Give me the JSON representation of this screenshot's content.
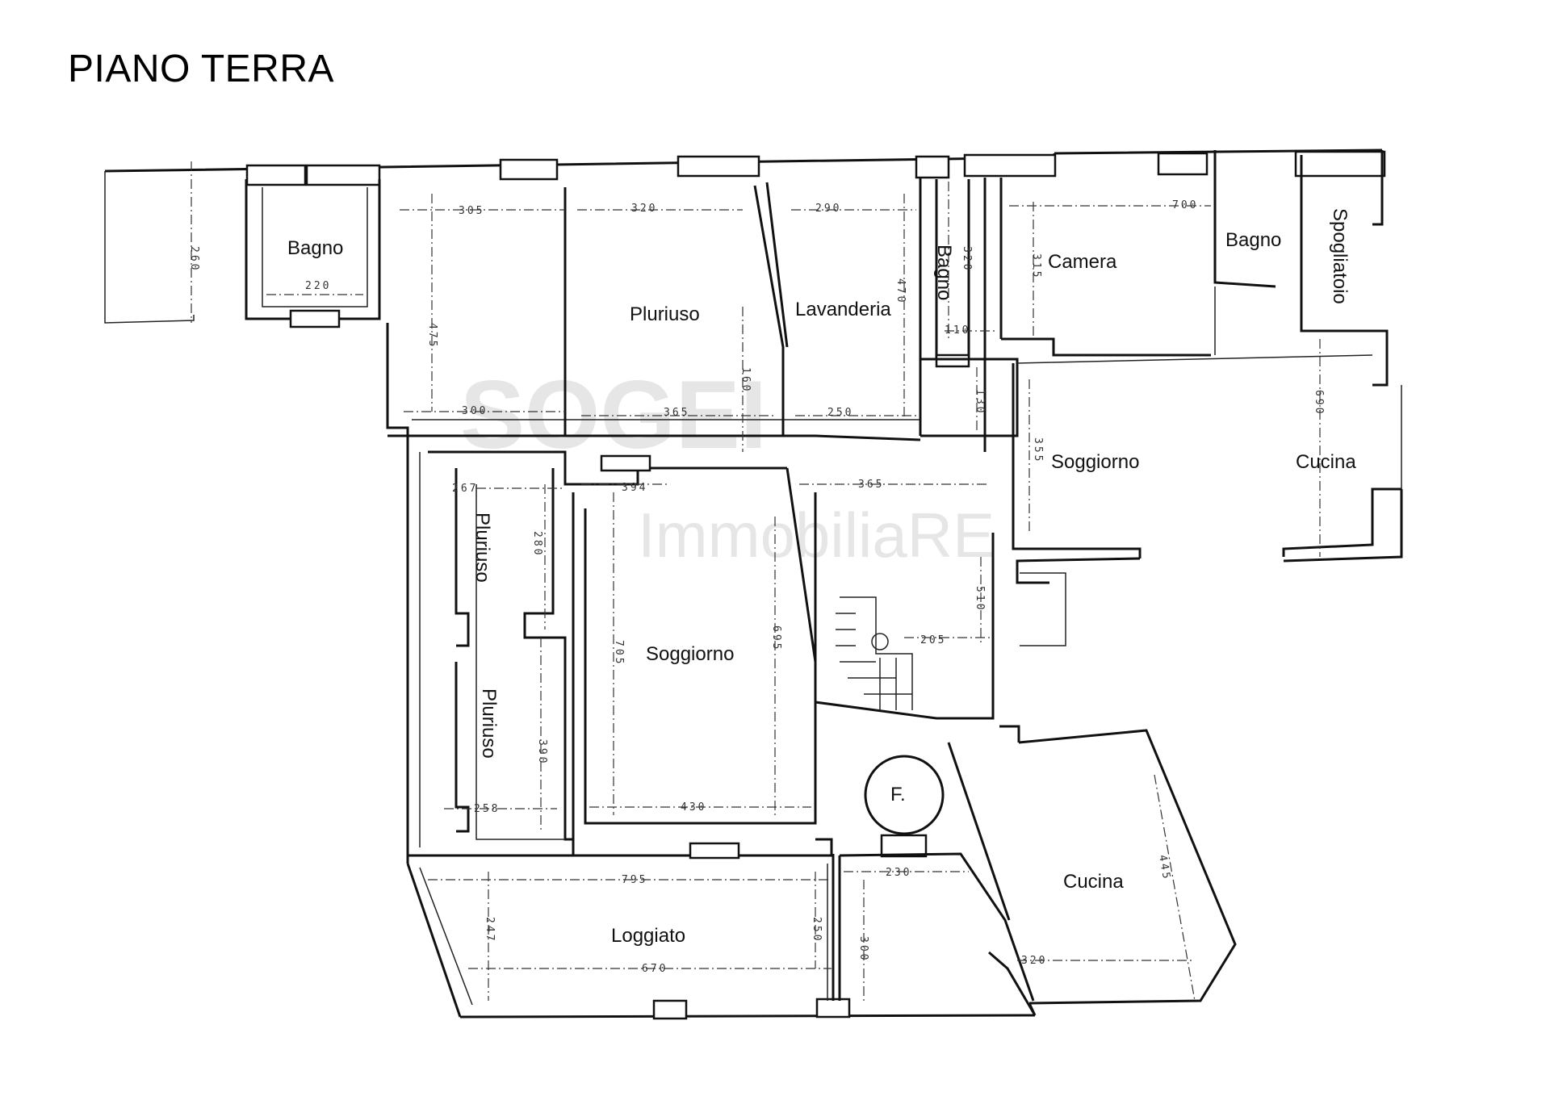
{
  "title": "PIANO TERRA",
  "watermark": {
    "line1": "SOGEI",
    "line2": "ImmobiliaRE"
  },
  "rooms": [
    {
      "id": "bagno-1",
      "label": "Bagno"
    },
    {
      "id": "pluriuso-1",
      "label": "Pluriuso"
    },
    {
      "id": "lavanderia",
      "label": "Lavanderia"
    },
    {
      "id": "bagno-2",
      "label": "Bagno"
    },
    {
      "id": "camera",
      "label": "Camera"
    },
    {
      "id": "bagno-3",
      "label": "Bagno"
    },
    {
      "id": "spogliatoio",
      "label": "Spogliatoio"
    },
    {
      "id": "soggiorno-1",
      "label": "Soggiorno"
    },
    {
      "id": "cucina-1",
      "label": "Cucina"
    },
    {
      "id": "pluriuso-2",
      "label": "Pluriuso"
    },
    {
      "id": "soggiorno-2",
      "label": "Soggiorno"
    },
    {
      "id": "pluriuso-3",
      "label": "Pluriuso"
    },
    {
      "id": "f",
      "label": "F."
    },
    {
      "id": "cucina-2",
      "label": "Cucina"
    },
    {
      "id": "loggiato",
      "label": "Loggiato"
    }
  ],
  "dimensions": [
    "260",
    "220",
    "305",
    "475",
    "300",
    "320",
    "365",
    "160",
    "290",
    "470",
    "250",
    "320",
    "110",
    "130",
    "315",
    "700",
    "690",
    "355",
    "267",
    "280",
    "394",
    "365",
    "510",
    "205",
    "705",
    "695",
    "390",
    "258",
    "430",
    "795",
    "250",
    "247",
    "670",
    "230",
    "300",
    "445",
    "320"
  ]
}
